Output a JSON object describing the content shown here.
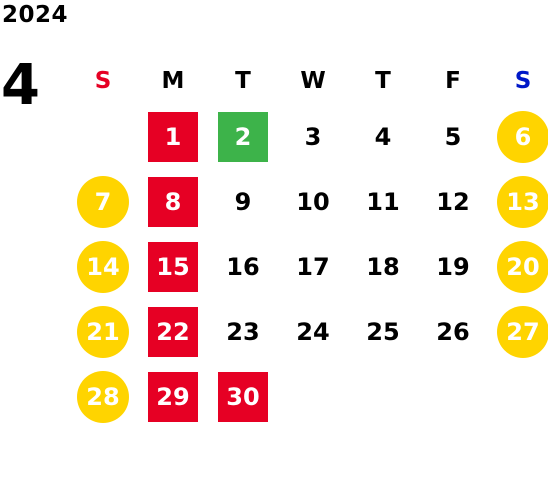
{
  "calendar": {
    "year": "2024",
    "month": "4",
    "weekdays": [
      {
        "label": "S",
        "color": "#e60024"
      },
      {
        "label": "M",
        "color": "#000000"
      },
      {
        "label": "T",
        "color": "#000000"
      },
      {
        "label": "W",
        "color": "#000000"
      },
      {
        "label": "T",
        "color": "#000000"
      },
      {
        "label": "F",
        "color": "#000000"
      },
      {
        "label": "S",
        "color": "#0018c8"
      }
    ],
    "first_weekday_index": 1,
    "days": [
      {
        "day": "1",
        "style": "red"
      },
      {
        "day": "2",
        "style": "green"
      },
      {
        "day": "3",
        "style": "plain"
      },
      {
        "day": "4",
        "style": "plain"
      },
      {
        "day": "5",
        "style": "plain"
      },
      {
        "day": "6",
        "style": "circle"
      },
      {
        "day": "7",
        "style": "circle"
      },
      {
        "day": "8",
        "style": "red"
      },
      {
        "day": "9",
        "style": "plain"
      },
      {
        "day": "10",
        "style": "plain"
      },
      {
        "day": "11",
        "style": "plain"
      },
      {
        "day": "12",
        "style": "plain"
      },
      {
        "day": "13",
        "style": "circle"
      },
      {
        "day": "14",
        "style": "circle"
      },
      {
        "day": "15",
        "style": "red"
      },
      {
        "day": "16",
        "style": "plain"
      },
      {
        "day": "17",
        "style": "plain"
      },
      {
        "day": "18",
        "style": "plain"
      },
      {
        "day": "19",
        "style": "plain"
      },
      {
        "day": "20",
        "style": "circle"
      },
      {
        "day": "21",
        "style": "circle"
      },
      {
        "day": "22",
        "style": "red"
      },
      {
        "day": "23",
        "style": "plain"
      },
      {
        "day": "24",
        "style": "plain"
      },
      {
        "day": "25",
        "style": "plain"
      },
      {
        "day": "26",
        "style": "plain"
      },
      {
        "day": "27",
        "style": "circle"
      },
      {
        "day": "28",
        "style": "circle"
      },
      {
        "day": "29",
        "style": "red"
      },
      {
        "day": "30",
        "style": "red"
      }
    ],
    "colors": {
      "closed_red": "#e60024",
      "today_green": "#3db34a",
      "weekend_yellow": "#ffd400",
      "sunday_label": "#e60024",
      "saturday_label": "#0018c8"
    }
  }
}
